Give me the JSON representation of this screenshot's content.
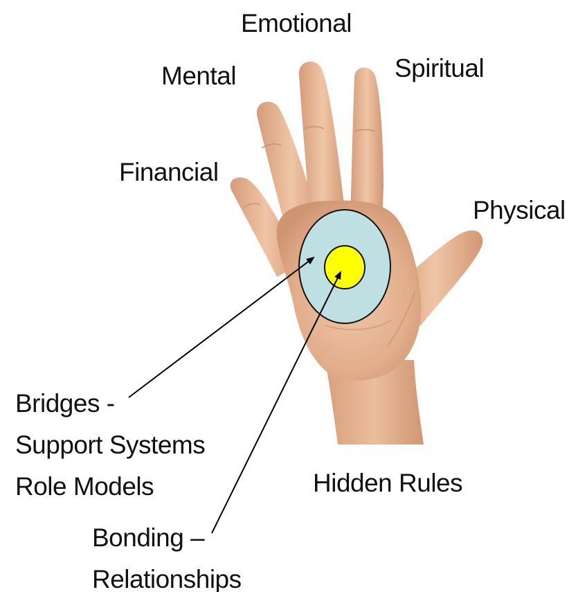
{
  "labels": {
    "emotional": "Emotional",
    "mental": "Mental",
    "spiritual": "Spiritual",
    "financial": "Financial",
    "physical": "Physical",
    "hidden_rules": "Hidden Rules",
    "bridges": [
      "Bridges -",
      "Support Systems",
      "Role Models"
    ],
    "bonding": [
      "Bonding –",
      "Relationships"
    ]
  },
  "colors": {
    "outer_circle": "#bfe0e3",
    "inner_circle": "#ffff00",
    "skin": "#e2ae8c",
    "skin_shadow": "#c98f6c",
    "skin_highlight": "#f2cfb4",
    "arrow": "#000000"
  }
}
